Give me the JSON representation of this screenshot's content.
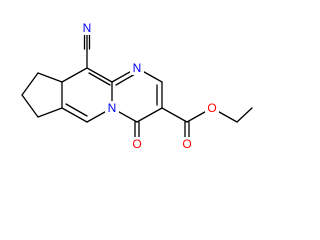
{
  "molecule": {
    "atoms": [
      {
        "id": "nitrile_N",
        "symbol": "N",
        "color": "#0000ff"
      },
      {
        "id": "ring_N_top",
        "symbol": "N",
        "color": "#0000ff"
      },
      {
        "id": "ring_N_bridge",
        "symbol": "N",
        "color": "#0000ff"
      },
      {
        "id": "carbonyl_O_ring",
        "symbol": "O",
        "color": "#ff0000"
      },
      {
        "id": "ester_O_double",
        "symbol": "O",
        "color": "#ff0000"
      },
      {
        "id": "ester_O_single",
        "symbol": "O",
        "color": "#ff0000"
      }
    ]
  }
}
